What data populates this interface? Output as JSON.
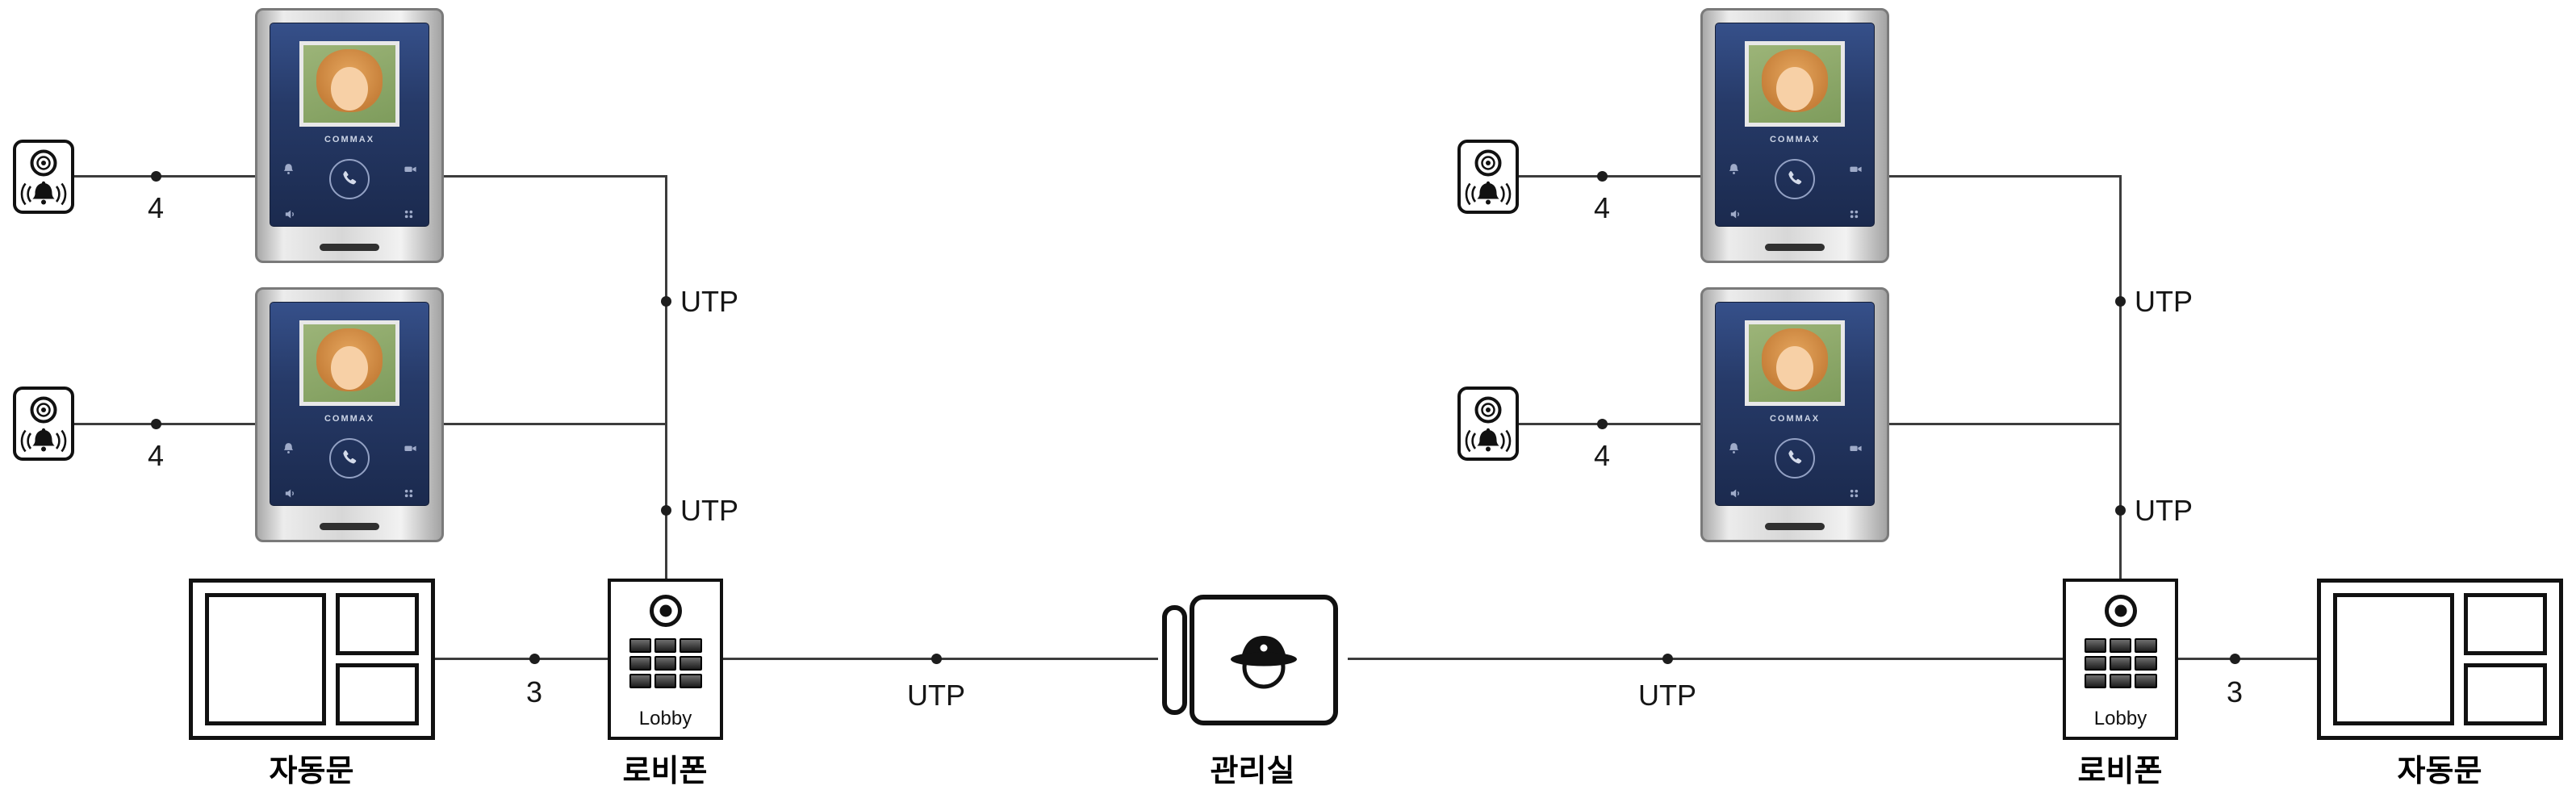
{
  "diagram": {
    "labels": {
      "utp": "UTP",
      "wire4": "4",
      "wire3": "3",
      "lobby_button": "Lobby",
      "brand": "COMMAX",
      "auto_door": "자동문",
      "lobby_phone": "로비폰",
      "guard_office": "관리실"
    },
    "colors": {
      "wire": "#3c3c3c",
      "outline": "#111111",
      "monitor_panel": "#263a68",
      "monitor_frame": "#d7d7d7",
      "screen_bg": "#8ea86a"
    }
  }
}
